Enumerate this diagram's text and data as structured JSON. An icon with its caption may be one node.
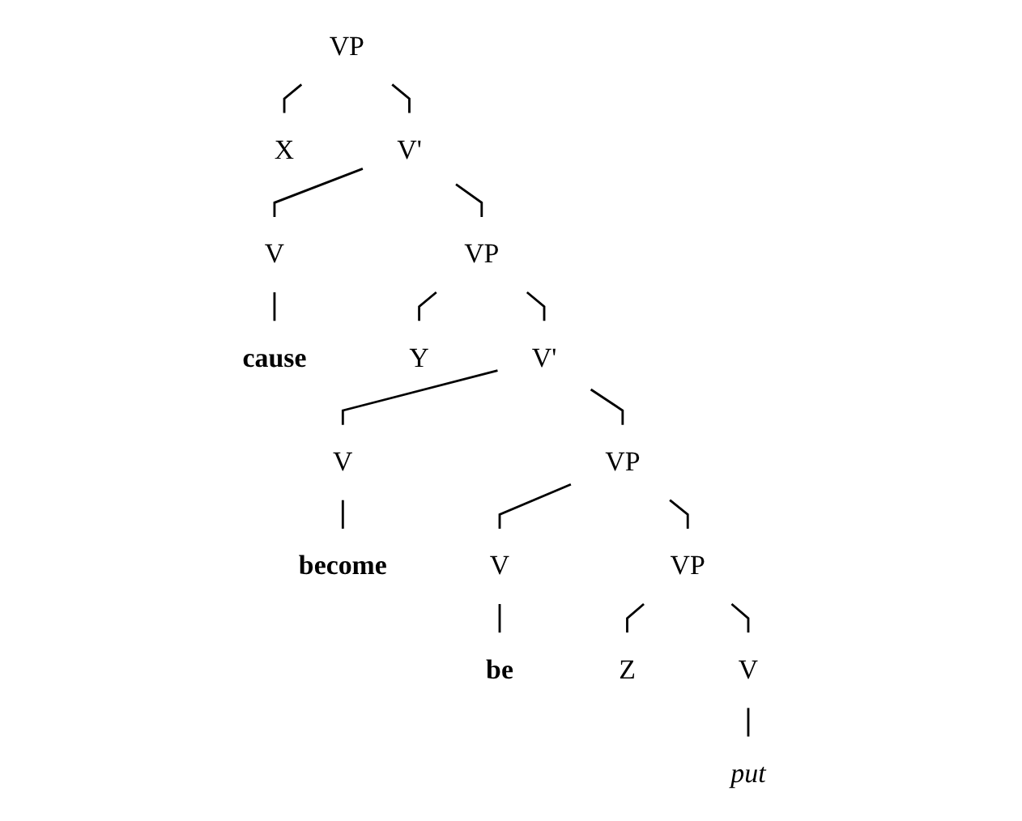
{
  "diagram": {
    "nodes": [
      {
        "text": [
          "VP"
        ]
      },
      {
        "text": [
          "X"
        ]
      },
      {
        "text": [
          "V'"
        ]
      },
      {
        "text": [
          "V"
        ]
      },
      {
        "text": [
          "VP"
        ]
      },
      {
        "text": [
          "cause"
        ]
      },
      {
        "text": [
          "Y"
        ]
      },
      {
        "text": [
          "V'"
        ]
      },
      {
        "text": [
          "V"
        ]
      },
      {
        "text": [
          "VP"
        ]
      },
      {
        "text": [
          "become"
        ]
      },
      {
        "text": [
          "V"
        ]
      },
      {
        "text": [
          "VP"
        ]
      },
      {
        "text": [
          "be"
        ]
      },
      {
        "text": [
          "Z"
        ]
      },
      {
        "text": [
          "V"
        ]
      },
      {
        "text": [
          "put"
        ]
      }
    ],
    "edges": [
      {
        "from": 0,
        "to": 1,
        "arrow": "none"
      },
      {
        "from": 0,
        "to": 2,
        "arrow": "none"
      },
      {
        "from": 2,
        "to": 3,
        "arrow": "none"
      },
      {
        "from": 2,
        "to": 4,
        "arrow": "none"
      },
      {
        "from": 3,
        "to": 5,
        "arrow": "none"
      },
      {
        "from": 4,
        "to": 6,
        "arrow": "none"
      },
      {
        "from": 4,
        "to": 7,
        "arrow": "none"
      },
      {
        "from": 7,
        "to": 8,
        "arrow": "none"
      },
      {
        "from": 7,
        "to": 9,
        "arrow": "none"
      },
      {
        "from": 8,
        "to": 10,
        "arrow": "none"
      },
      {
        "from": 9,
        "to": 11,
        "arrow": "none"
      },
      {
        "from": 9,
        "to": 12,
        "arrow": "none"
      },
      {
        "from": 11,
        "to": 13,
        "arrow": "none"
      },
      {
        "from": 12,
        "to": 14,
        "arrow": "none"
      },
      {
        "from": 12,
        "to": 15,
        "arrow": "none"
      },
      {
        "from": 15,
        "to": 16,
        "arrow": "none"
      }
    ]
  }
}
